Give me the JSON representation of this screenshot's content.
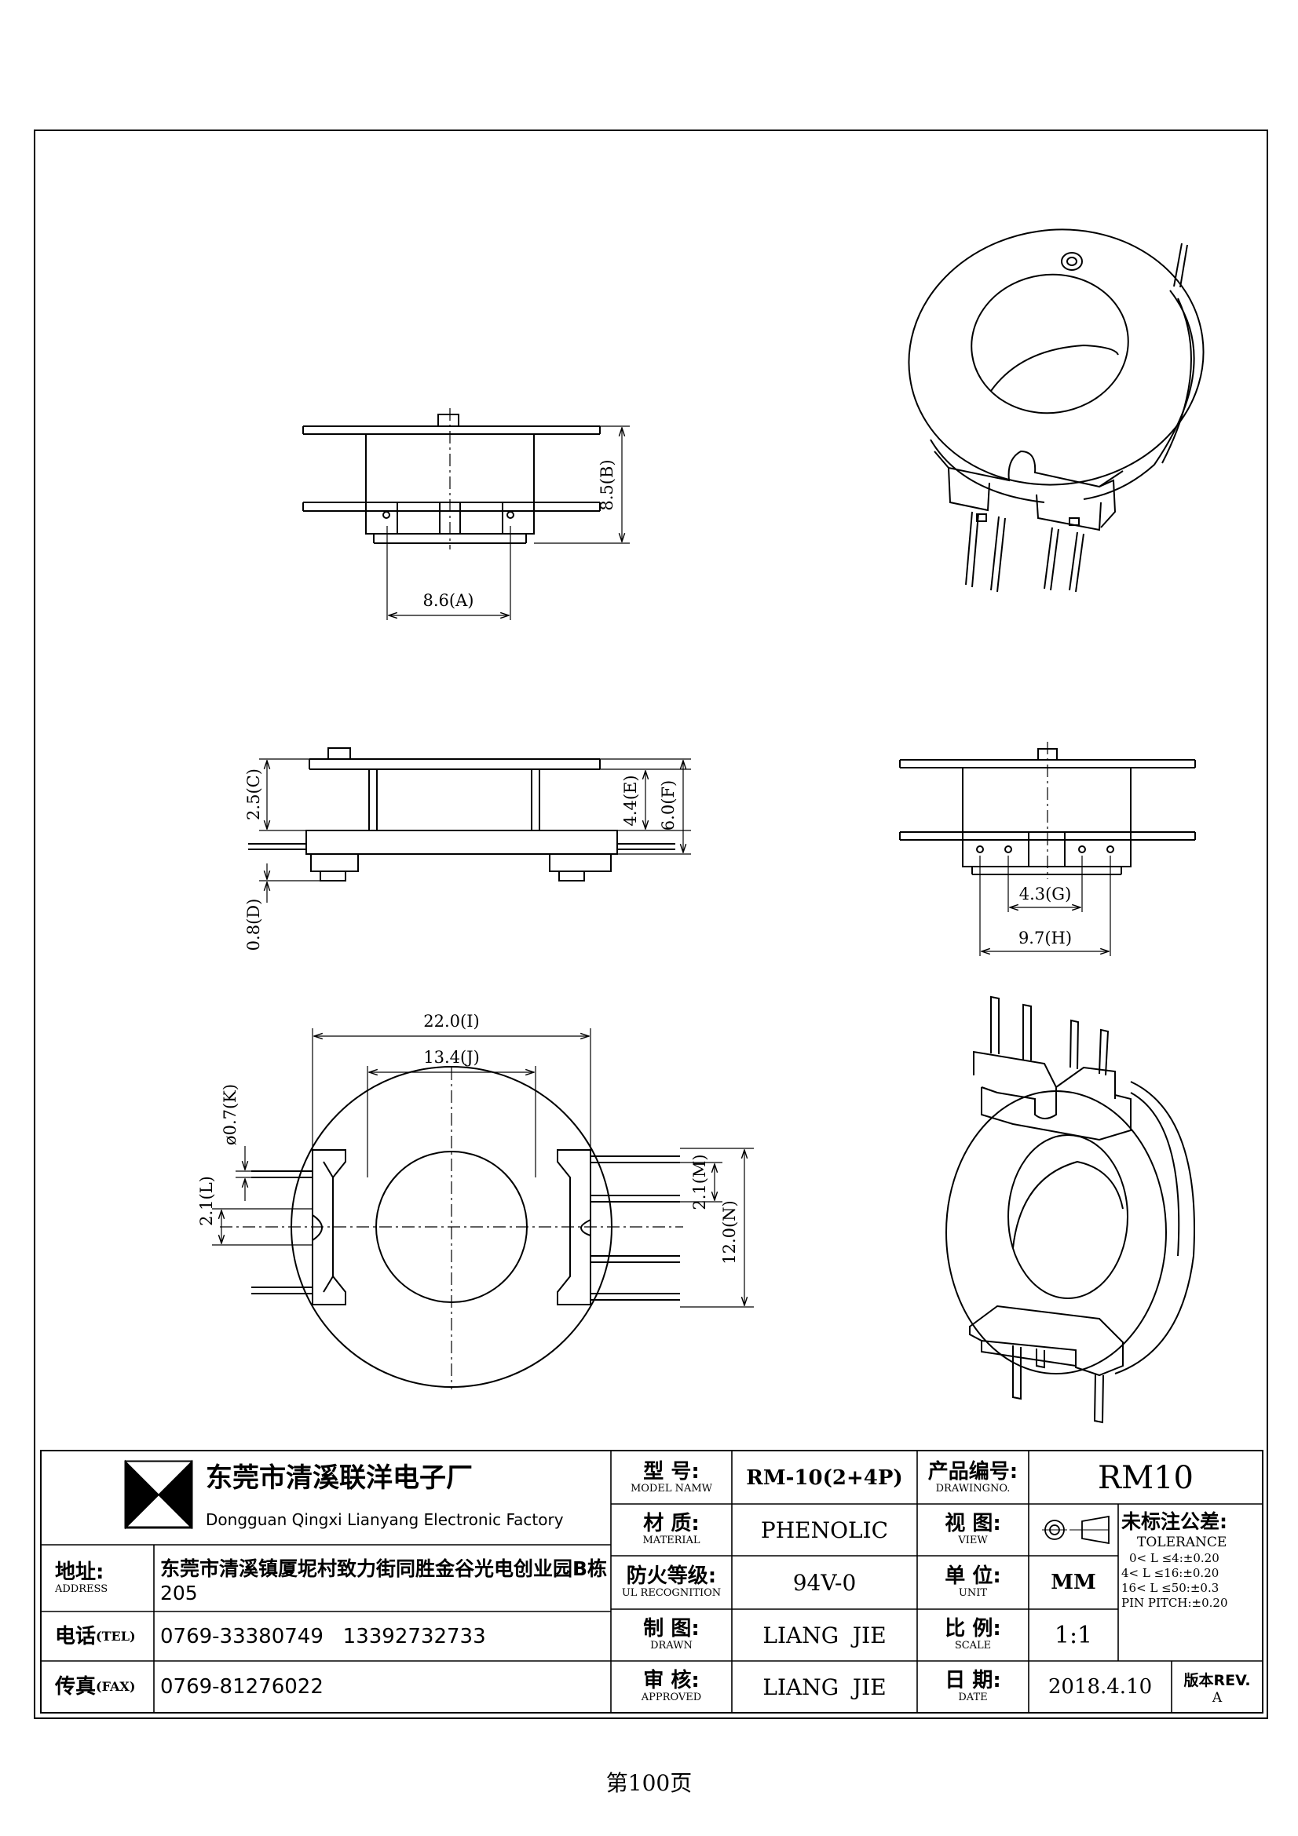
{
  "dimensions": {
    "A": "8.6(A)",
    "B": "8.5(B)",
    "C": "2.5(C)",
    "D": "0.8(D)",
    "E": "4.4(E)",
    "F": "6.0(F)",
    "G": "4.3(G)",
    "H": "9.7(H)",
    "I": "22.0(I)",
    "J": "13.4(J)",
    "K": "ø0.7(K)",
    "L": "2.1(L)",
    "M": "2.1(M)",
    "N": "12.0(N)"
  },
  "company": {
    "name_cn": "东莞市清溪联洋电子厂",
    "name_en": "Dongguan Qingxi Lianyang Electronic Factory",
    "address_label_cn": "地址:",
    "address_label_en": "ADDRESS",
    "address_line1": "东莞市清溪镇厦坭村致力街同胜金谷光电创业园B栋",
    "address_line2": "205",
    "tel_label_cn": "电话",
    "tel_label_en": "(TEL)",
    "tel": "0769-33380749   13392732733",
    "fax_label_cn": "传真",
    "fax_label_en": "(FAX)",
    "fax": "0769-81276022"
  },
  "titleblock": {
    "model_label_cn": "型  号:",
    "model_label_en": "MODEL NAMW",
    "model": "RM-10(2+4P)",
    "drawingno_label_cn": "产品编号:",
    "drawingno_label_en": "DRAWINGNO.",
    "drawingno": "RM10",
    "material_label_cn": "材  质:",
    "material_label_en": "MATERIAL",
    "material": "PHENOLIC",
    "view_label_cn": "视  图:",
    "view_label_en": "VIEW",
    "tolerance_label_cn": "未标注公差:",
    "tolerance_label_en": "TOLERANCE",
    "tolerance_lines": [
      "0< L ≤4:±0.20",
      "4< L ≤16:±0.20",
      "16< L ≤50:±0.3",
      "PIN PITCH:±0.20"
    ],
    "ul_label_cn": "防火等级:",
    "ul_label_en": "UL RECOGNITION",
    "ul": "94V-0",
    "unit_label_cn": "单  位:",
    "unit_label_en": "UNIT",
    "unit": "MM",
    "drawn_label_cn": "制  图:",
    "drawn_label_en": "DRAWN",
    "drawn": "LIANG  JIE",
    "scale_label_cn": "比  例:",
    "scale_label_en": "SCALE",
    "scale": "1:1",
    "approved_label_cn": "审  核:",
    "approved_label_en": "APPROVED",
    "approved": "LIANG  JIE",
    "date_label_cn": "日  期:",
    "date_label_en": "DATE",
    "date": "2018.4.10",
    "rev_label": "版本REV.",
    "rev": "A"
  },
  "footer": {
    "page": "第100页"
  }
}
